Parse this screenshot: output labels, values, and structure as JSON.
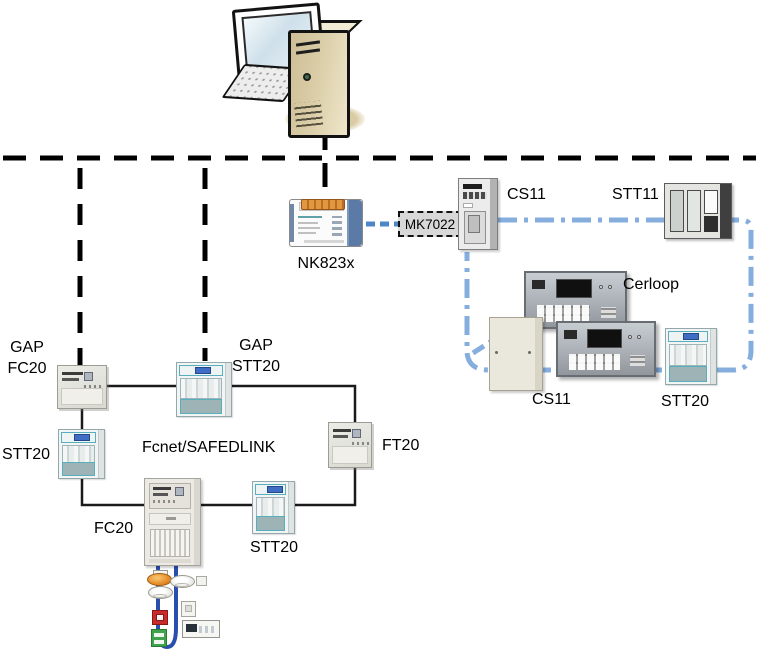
{
  "colors": {
    "backbone_bus": "#000000",
    "cerloop_bus": "#85aede",
    "gateway_link": "#4f86c6",
    "detector_loop": "#2a4db0",
    "network_line": "#1a1a1a",
    "mk7022_fill": "#d8d8d8",
    "stt20_teal": "#57aebc",
    "beacon_orange": "#e8912d",
    "call_point_red": "#c92a2a",
    "module_green": "#3fa24d",
    "tower_tan": "#dacda7",
    "nk_rail_blue": "#5c7aa6"
  },
  "labels": {
    "nk823x": "NK823x",
    "mk7022": "MK7022",
    "cs11_top": "CS11",
    "stt11": "STT11",
    "cerloop": "Cerloop",
    "cs11_loop": "CS11",
    "stt20_loop": "STT20",
    "gap_fc20_line1": "GAP",
    "gap_fc20_line2": "FC20",
    "gap_stt20_line1": "GAP",
    "gap_stt20_line2": "STT20",
    "stt20_left": "STT20",
    "fcnet": "Fcnet/SAFEDLINK",
    "ft20": "FT20",
    "fc20": "FC20",
    "stt20_mid": "STT20"
  }
}
